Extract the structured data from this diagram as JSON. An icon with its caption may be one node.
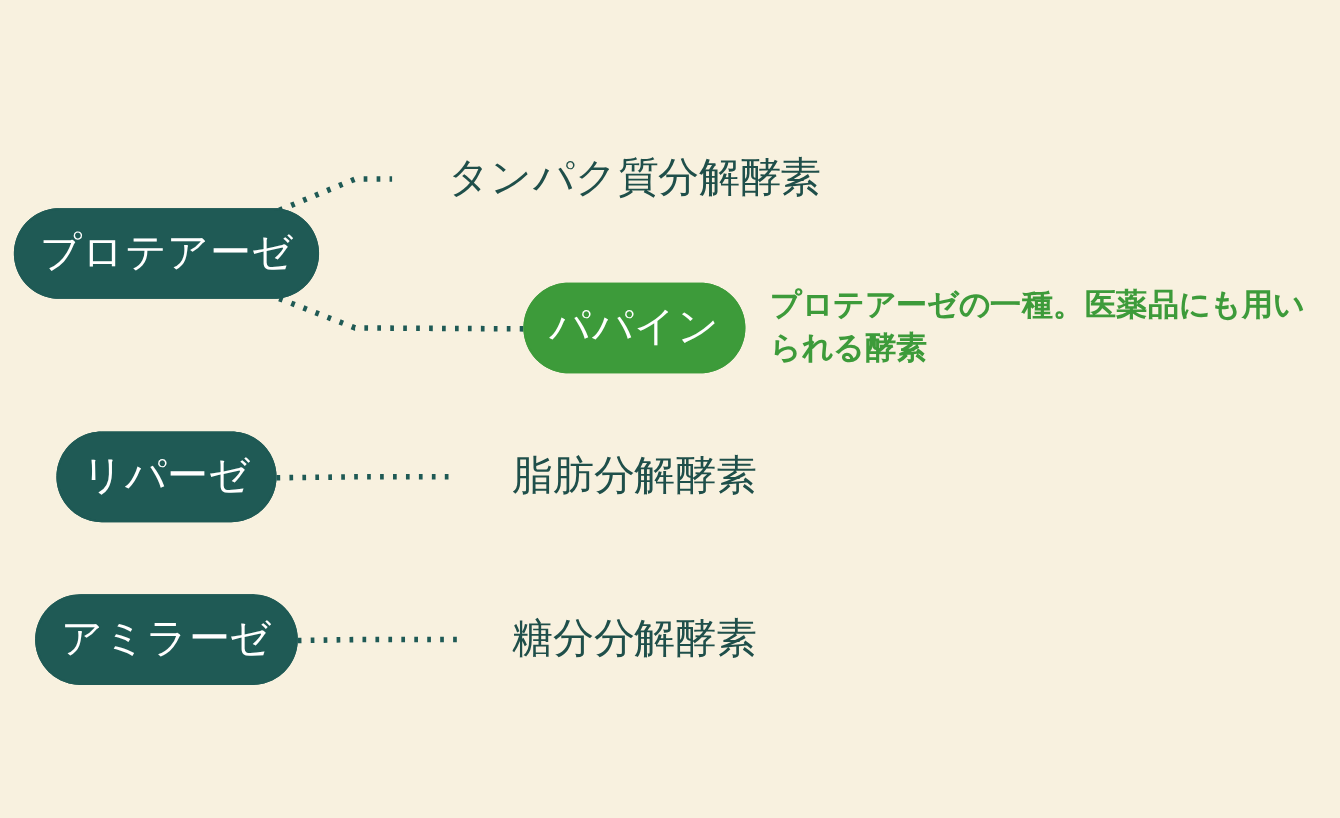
{
  "diagram": {
    "nodes": [
      {
        "text": [
          "プロテアーゼ"
        ]
      },
      {
        "text": [
          "タンパク質分解酵素"
        ]
      },
      {
        "text": [
          "パパイン"
        ],
        "beside": [
          "プロテアーゼの一種。医薬品にも用いられる酵素"
        ]
      },
      {
        "text": [
          "リパーゼ"
        ]
      },
      {
        "text": [
          "脂肪分解酵素"
        ]
      },
      {
        "text": [
          "アミラーゼ"
        ]
      },
      {
        "text": [
          "糖分分解酵素"
        ]
      }
    ],
    "edges": [
      {
        "from": 0,
        "to": 1,
        "arrow": "none",
        "style": "dashed"
      },
      {
        "from": 0,
        "to": 2,
        "arrow": "none",
        "style": "dashed"
      },
      {
        "from": 3,
        "to": 4,
        "arrow": "none",
        "style": "dashed"
      },
      {
        "from": 5,
        "to": 6,
        "arrow": "none",
        "style": "dashed"
      }
    ]
  }
}
